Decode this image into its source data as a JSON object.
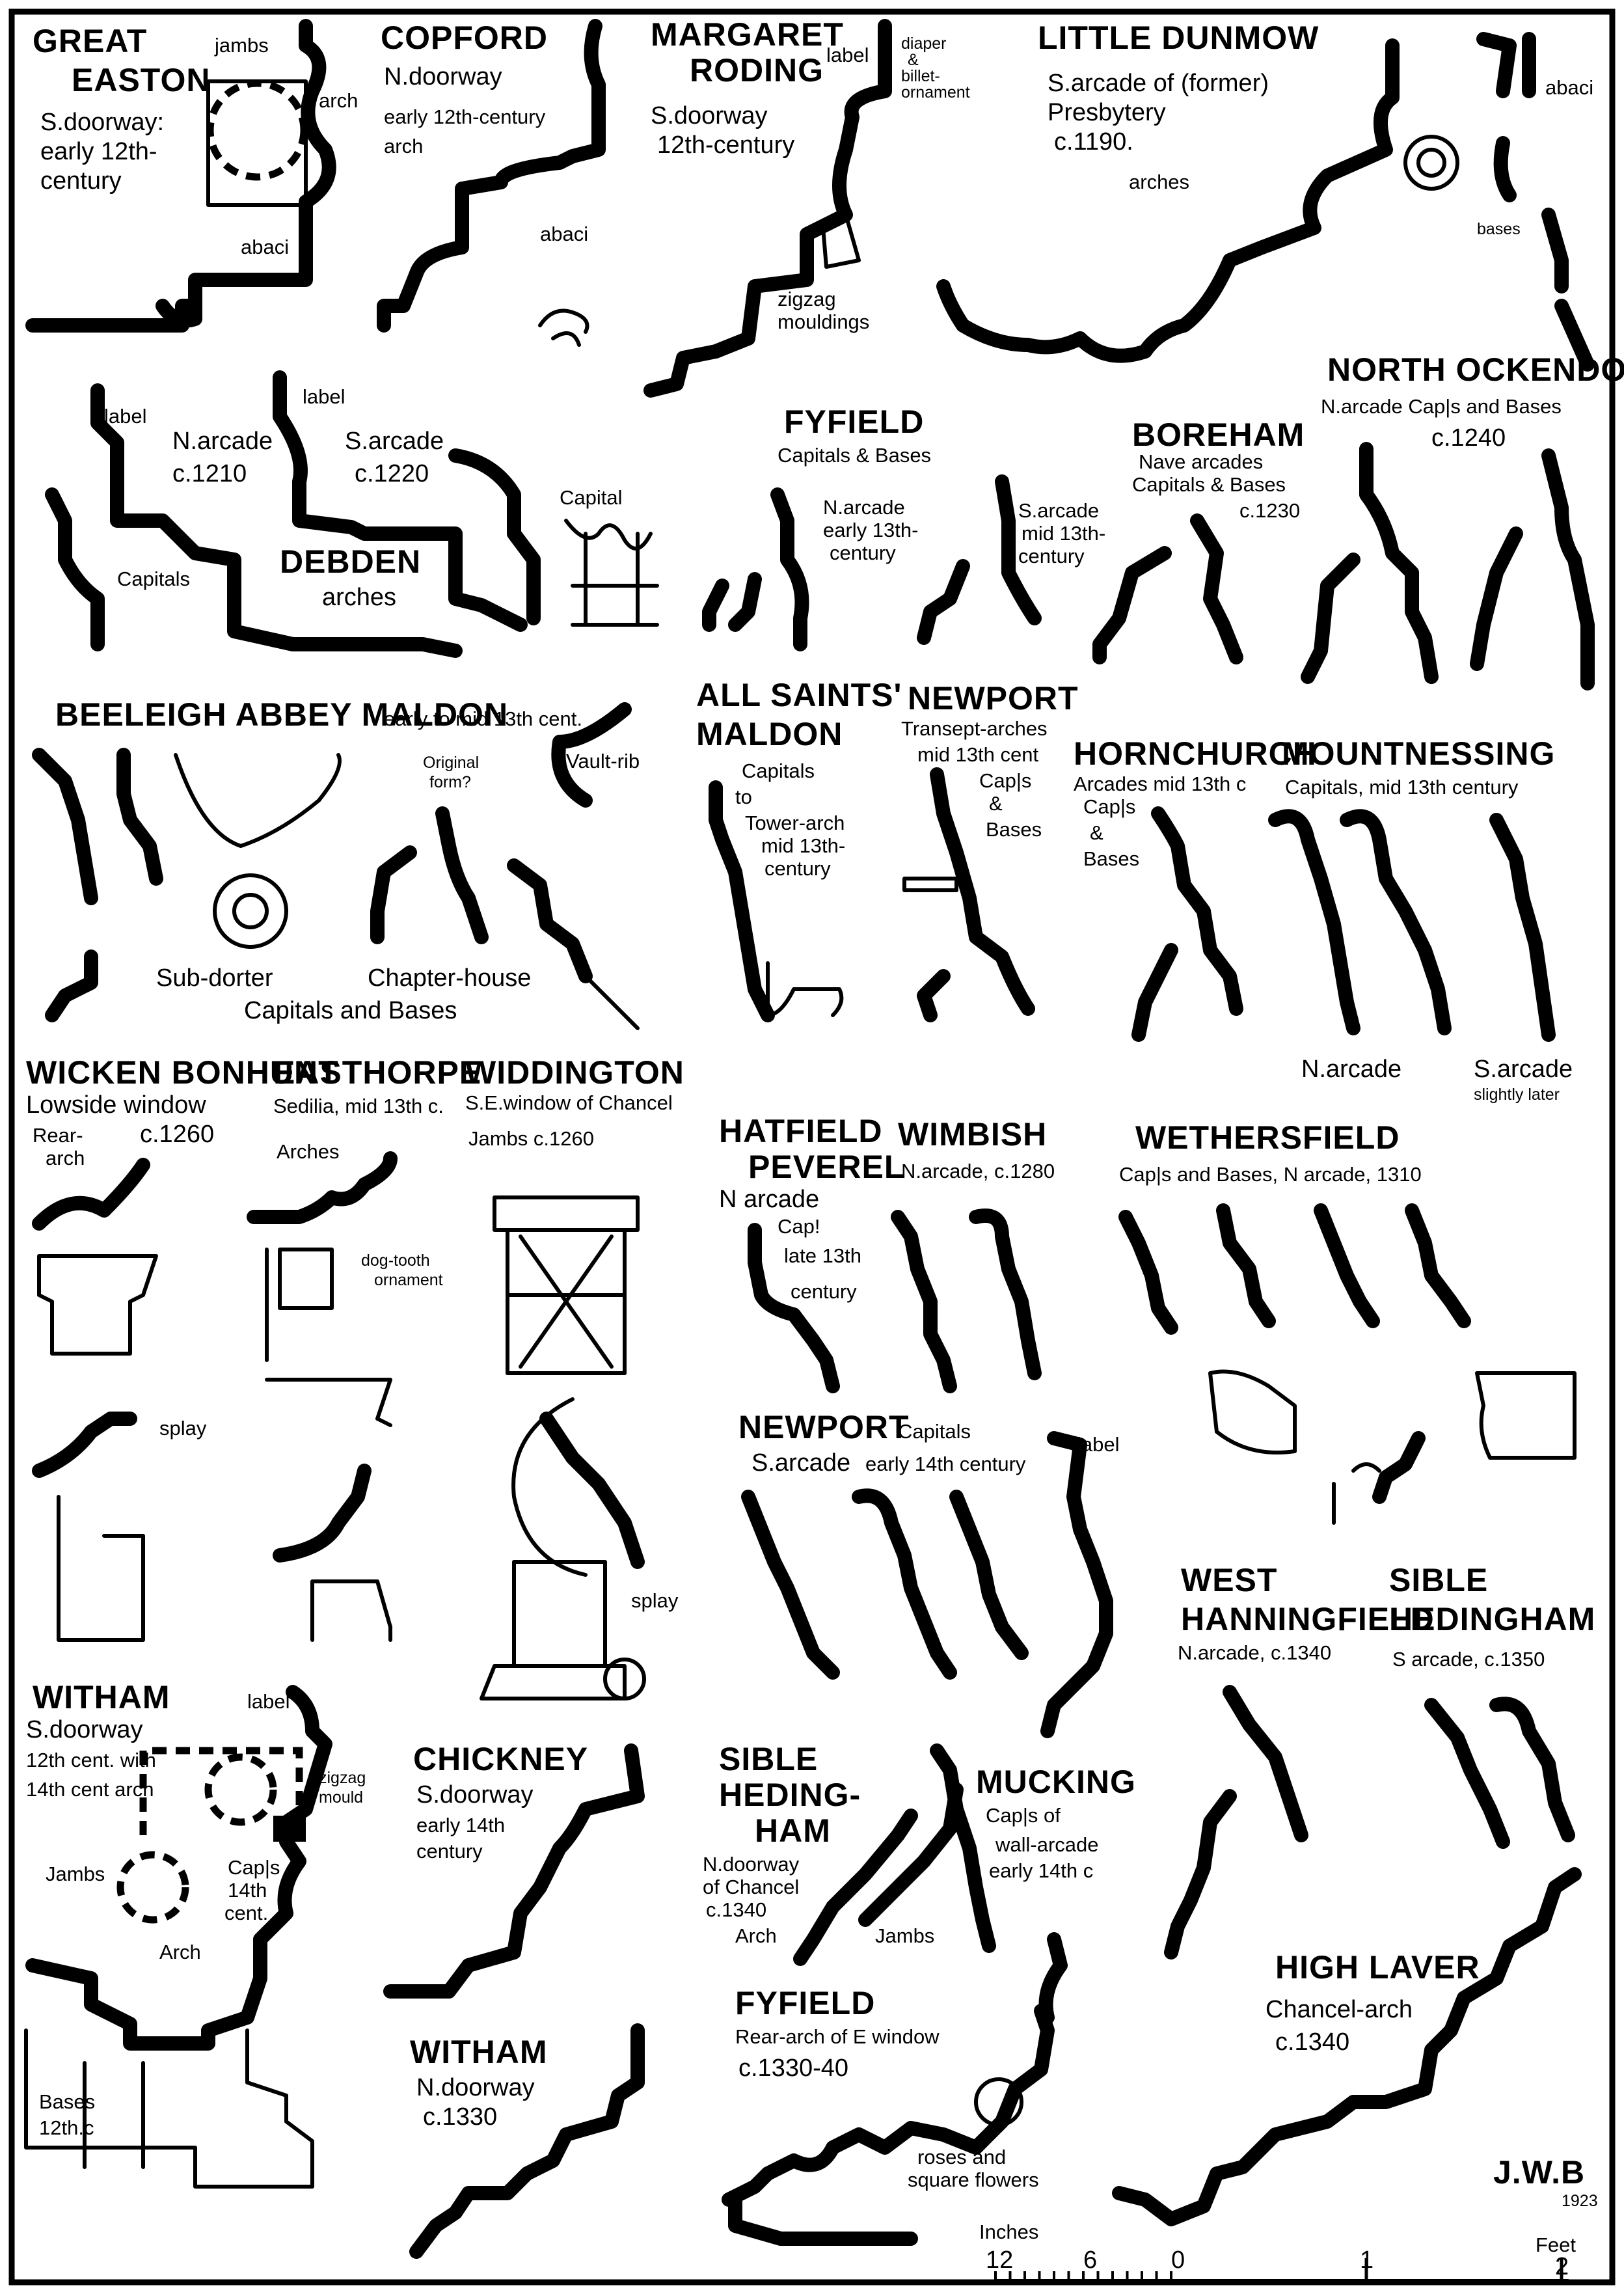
{
  "sections": {
    "great_easton": {
      "title": [
        "GREAT",
        "EASTON"
      ],
      "lines": [
        "S.doorway:",
        "early 12th-",
        "century"
      ],
      "notes": [
        "jambs",
        "arch",
        "abaci"
      ]
    },
    "copford": {
      "title": [
        "COPFORD"
      ],
      "lines": [
        "N.doorway",
        "early 12th-century",
        "arch"
      ],
      "notes": [
        "abaci"
      ]
    },
    "margaret_roding": {
      "title": [
        "MARGARET",
        "RODING"
      ],
      "lines": [
        "S.doorway",
        "12th-century"
      ],
      "notes": [
        "label",
        "diaper",
        "&",
        "billet-",
        "ornament",
        "zigzag",
        "mouldings"
      ]
    },
    "little_dunmow": {
      "title": [
        "LITTLE DUNMOW"
      ],
      "lines": [
        "S.arcade of (former)",
        "Presbytery",
        "c.1190.",
        "arches"
      ],
      "notes": [
        "abaci",
        "bases"
      ]
    },
    "debden": {
      "title": [
        "DEBDEN"
      ],
      "lines": [
        "arches"
      ],
      "notes": [
        "label",
        "N.arcade",
        "c.1210",
        "label",
        "S.arcade",
        "c.1220",
        "Capitals",
        "Capital"
      ]
    },
    "fyfield_1": {
      "title": [
        "FYFIELD"
      ],
      "lines": [
        "Capitals & Bases"
      ],
      "notes": [
        "N.arcade",
        "early 13th-",
        "century",
        "S.arcade",
        "mid 13th-",
        "century"
      ]
    },
    "boreham": {
      "title": [
        "BOREHAM"
      ],
      "lines": [
        "Nave arcades",
        "Capitals & Bases",
        "c.1230"
      ]
    },
    "north_ockendon": {
      "title": [
        "NORTH OCKENDON"
      ],
      "lines": [
        "N.arcade Cap|s and Bases",
        "c.1240"
      ]
    },
    "beeleigh": {
      "title": [
        "BEELEIGH ABBEY MALDON"
      ],
      "lines": [
        "early to mid 13th cent."
      ],
      "notes": [
        "Original",
        "form?",
        "Vault-rib",
        "Sub-dorter",
        "Chapter-house",
        "Capitals and Bases"
      ]
    },
    "all_saints": {
      "title": [
        "ALL SAINTS'",
        "MALDON"
      ],
      "lines": [
        "Capitals",
        "to",
        "Tower-arch",
        "mid 13th-",
        "century"
      ]
    },
    "newport_1": {
      "title": [
        "NEWPORT"
      ],
      "lines": [
        "Transept-arches",
        "mid 13th cent",
        "Cap|s",
        "&",
        "Bases"
      ]
    },
    "hornchurch": {
      "title": [
        "HORNCHURCH"
      ],
      "lines": [
        "Arcades mid 13th c",
        "Cap|s",
        "&",
        "Bases"
      ]
    },
    "mountnessing": {
      "title": [
        "MOUNTNESSING"
      ],
      "lines": [
        "Capitals, mid 13th century"
      ],
      "notes": [
        "N.arcade",
        "S.arcade",
        "slightly later"
      ]
    },
    "wicken_bonhunt": {
      "title": [
        "WICKEN BONHUNT"
      ],
      "lines": [
        "Lowside window",
        "c.1260"
      ],
      "notes": [
        "Rear-",
        "arch",
        "splay"
      ]
    },
    "easthorpe": {
      "title": [
        "EASTHORPE"
      ],
      "lines": [
        "Sedilia, mid 13th c."
      ],
      "notes": [
        "Arches",
        "dog-tooth",
        "ornament"
      ]
    },
    "widdington": {
      "title": [
        "WIDDINGTON"
      ],
      "lines": [
        "S.E.window of Chancel",
        "Jambs c.1260"
      ],
      "notes": [
        "splay"
      ]
    },
    "hatfield_peverel": {
      "title": [
        "HATFIELD",
        "PEVEREL"
      ],
      "lines": [
        "N arcade",
        "Cap!",
        "late 13th",
        "century"
      ]
    },
    "wimbish": {
      "title": [
        "WIMBISH"
      ],
      "lines": [
        "N.arcade, c.1280"
      ]
    },
    "wethersfield": {
      "title": [
        "WETHERSFIELD"
      ],
      "lines": [
        "Cap|s and Bases, N arcade, 1310"
      ]
    },
    "newport_2": {
      "title": [
        "NEWPORT",
        "S.arcade"
      ],
      "lines": [
        "Capitals",
        "early 14th century"
      ],
      "notes": [
        "label"
      ]
    },
    "west_hanningfield": {
      "title": [
        "WEST",
        "HANNINGFIELD"
      ],
      "lines": [
        "N.arcade, c.1340"
      ]
    },
    "sible_hedingham_1": {
      "title": [
        "SIBLE",
        "HEDINGHAM"
      ],
      "lines": [
        "S arcade, c.1350"
      ]
    },
    "witham_1": {
      "title": [
        "WITHAM"
      ],
      "lines": [
        "S.doorway",
        "12th cent. with",
        "14th cent arch"
      ],
      "notes": [
        "label",
        "zigzag",
        "mould",
        "Jambs",
        "Cap|s",
        "14th",
        "cent.",
        "Arch",
        "Bases",
        "12th.c"
      ]
    },
    "chickney": {
      "title": [
        "CHICKNEY"
      ],
      "lines": [
        "S.doorway",
        "early 14th",
        "century"
      ]
    },
    "sible_hedingham_2": {
      "title": [
        "SIBLE",
        "HEDING-",
        "HAM"
      ],
      "lines": [
        "N.doorway",
        "of Chancel",
        "c.1340"
      ],
      "notes": [
        "Arch",
        "Jambs"
      ]
    },
    "mucking": {
      "title": [
        "MUCKING"
      ],
      "lines": [
        "Cap|s of",
        "wall-arcade",
        "early 14th c"
      ]
    },
    "high_laver": {
      "title": [
        "HIGH LAVER"
      ],
      "lines": [
        "Chancel-arch",
        "c.1340"
      ]
    },
    "witham_2": {
      "title": [
        "WITHAM"
      ],
      "lines": [
        "N.doorway",
        "c.1330"
      ]
    },
    "fyfield_2": {
      "title": [
        "FYFIELD"
      ],
      "lines": [
        "Rear-arch of E window",
        "c.1330-40"
      ],
      "notes": [
        "roses and",
        "square flowers"
      ]
    }
  },
  "signature": {
    "initials": "J.W.B",
    "year": "1923"
  },
  "scale": {
    "inches_label": "Inches",
    "feet_label": "Feet",
    "ticks": [
      "12",
      "6",
      "0",
      "1",
      "2"
    ]
  }
}
